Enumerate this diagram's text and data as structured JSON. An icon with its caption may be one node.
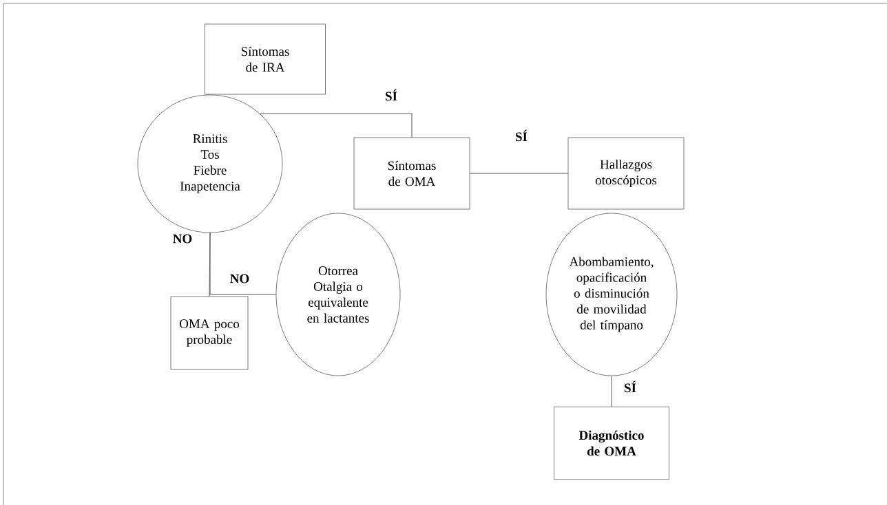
{
  "diagram": {
    "nodes": [
      {
        "text": [
          "Síntomas de IRA"
        ]
      },
      {
        "text": [
          "Rinitis Tos Fiebre Inapetencia"
        ]
      },
      {
        "text": [
          "Síntomas de OMA"
        ]
      },
      {
        "text": [
          "Hallazgos otoscópicos"
        ]
      },
      {
        "text": [
          "Otorrea Otalgia o equivalente en lactantes"
        ]
      },
      {
        "text": [
          "OMA poco probable"
        ]
      },
      {
        "text": [
          "Abombamiento, opacificación o disminución de movilidad del tímpano"
        ]
      },
      {
        "text": [
          "Diagnóstico de OMA"
        ]
      }
    ],
    "edges": [
      {
        "from": 1,
        "to": 2,
        "arrow": "none",
        "label": "SÍ"
      },
      {
        "from": 2,
        "to": 3,
        "arrow": "none",
        "label": "SÍ"
      },
      {
        "from": 1,
        "to": 5,
        "arrow": "none",
        "label": "NO"
      },
      {
        "from": 1,
        "to": 4,
        "arrow": "none",
        "label": "NO"
      },
      {
        "from": 6,
        "to": 7,
        "arrow": "none",
        "label": "SÍ"
      }
    ]
  }
}
